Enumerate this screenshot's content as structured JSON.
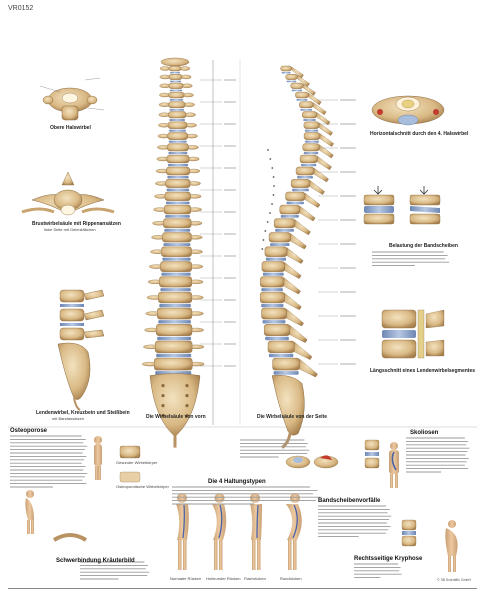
{
  "poster": {
    "code": "VR0152",
    "panels": {
      "atlas": "Obere Halswirbel",
      "thoracic": "Brustwirbelsäule mit Rippenansätzen",
      "thoracic_sub": "linke Seite mit Gelenkflächen",
      "lumbar": "Lendenwirbel, Kreuzbein und Steißbein",
      "lumbar_sub": "mit Bandansätzen",
      "front_view": "Die Wirbelsäule von vorn",
      "side_view": "Die Wirbelsäule von der Seite",
      "section": "Horizontalschnitt durch den 4. Halswirbel",
      "disc_load": "Belastung der Bandscheiben",
      "longitudinal": "Längsschnitt eines Lendenwirbelsegmentes"
    },
    "sections": {
      "osteoporose": "Osteoporose",
      "haltungstypen": "Die 4 Haltungstypen",
      "skoliosen": "Skoliosen",
      "schwangerschaft": "Schwerbindung Kräuterbild",
      "bandscheiben": "Bandscheibenvorfälle",
      "kyphose": "Rechtsseitige Kryphose",
      "gesunder": "Gesunder Wirbelkörper",
      "osteo_wk": "Osteoporotische Wirbelkörper"
    },
    "postures": [
      "Normaler Rücken",
      "Hohlrunder Rücken",
      "Flachrücken",
      "Rundrücken"
    ],
    "copyright": "© 3B Scientific GmbH"
  }
}
